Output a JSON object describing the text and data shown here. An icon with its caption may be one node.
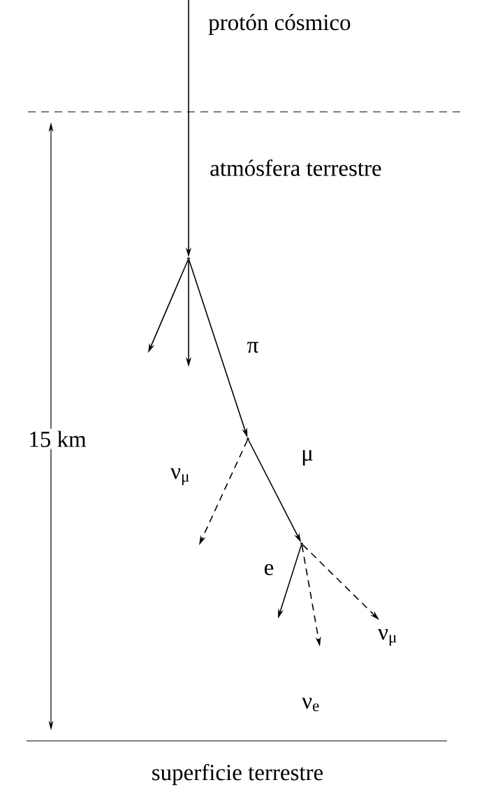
{
  "diagram": {
    "nodes": [
      {
        "text": [],
        "shape": "point"
      },
      {
        "text": [],
        "shape": "point"
      },
      {
        "text": [],
        "shape": "point"
      }
    ],
    "edges": [
      {
        "from": null,
        "to": 0,
        "arrow": "to",
        "label": "protón cósmico"
      },
      {
        "from": 0,
        "to": null,
        "arrow": "to"
      },
      {
        "from": 0,
        "to": null,
        "arrow": "to"
      },
      {
        "from": 0,
        "to": 1,
        "arrow": "to",
        "label": "π"
      },
      {
        "from": 1,
        "to": null,
        "arrow": "to",
        "label": "ν$_{μ}$",
        "style": "dashed"
      },
      {
        "from": 1,
        "to": 2,
        "arrow": "to",
        "label": "μ"
      },
      {
        "from": 2,
        "to": null,
        "arrow": "to",
        "label": "e"
      },
      {
        "from": 2,
        "to": null,
        "arrow": "to",
        "label": "ν$_{e}$",
        "style": "dashed"
      },
      {
        "from": 2,
        "to": null,
        "arrow": "to",
        "label": "ν$_{μ}$",
        "style": "dashed"
      }
    ],
    "labels": [
      "atmósfera terrestre",
      "15 km",
      "superficie terrestre"
    ]
  }
}
